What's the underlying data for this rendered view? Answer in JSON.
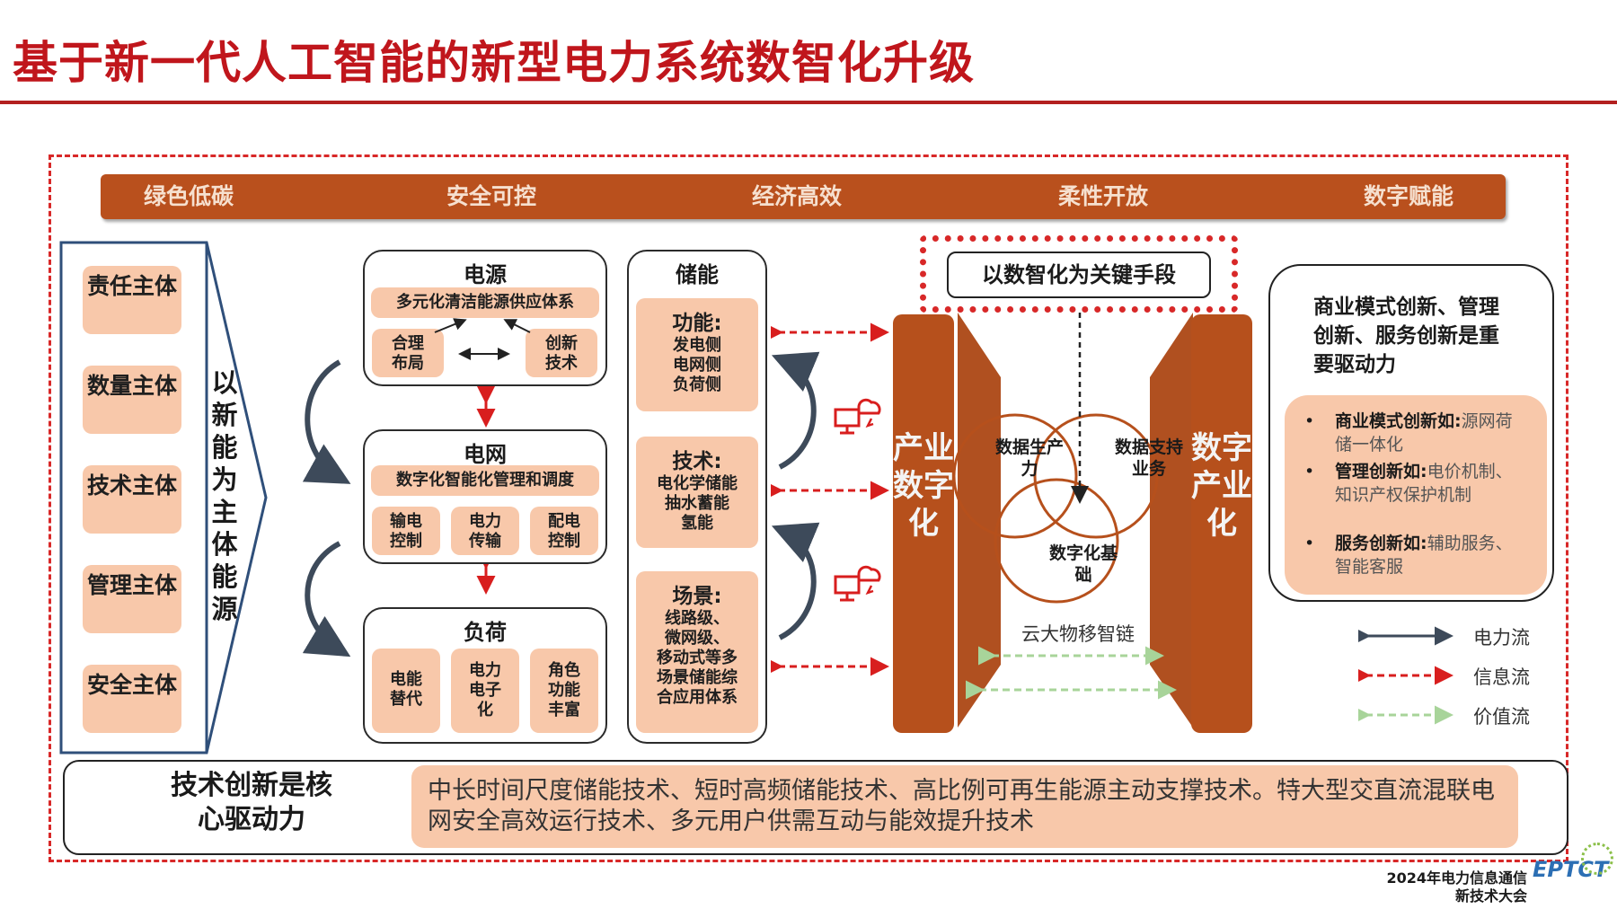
{
  "title": "基于新一代人工智能的新型电力系统数智化升级",
  "goals": [
    "绿色低碳",
    "安全可控",
    "经济高效",
    "柔性开放",
    "数字赋能"
  ],
  "subjects": [
    "责任主体",
    "数量主体",
    "技术主体",
    "管理主体",
    "安全主体"
  ],
  "main_energy": "以新能为主体能源",
  "power_source": {
    "title": "电源",
    "system": "多元化清洁能源供应体系",
    "left": "合理布局",
    "right": "创新技术"
  },
  "grid": {
    "title": "电网",
    "system": "数字化智能化管理和调度",
    "items": [
      "输电控制",
      "电力传输",
      "配电控制"
    ]
  },
  "load": {
    "title": "负荷",
    "items": [
      "电能替代",
      "电力电子化",
      "角色功能丰富"
    ]
  },
  "storage": {
    "title": "储能",
    "function": {
      "title": "功能:",
      "lines": [
        "发电侧",
        "电网侧",
        "负荷侧"
      ]
    },
    "tech": {
      "title": "技术:",
      "lines": [
        "电化学储能",
        "抽水蓄能",
        "氢能"
      ]
    },
    "scene": {
      "title": "场景:",
      "lines": [
        "线路级、",
        "微网级、",
        "移动式等多",
        "场景储能综",
        "合应用体系"
      ]
    }
  },
  "key_means": "以数智化为关键手段",
  "industry_digital": "产业数字化",
  "digital_industry": "数字产业化",
  "venn": {
    "left": "数据生产力",
    "right": "数据支持业务",
    "bottom": "数字化基础"
  },
  "cloud_chain": "云大物移智链",
  "drivers": {
    "heading": "商业模式创新、管理创新、服务创新是重要驱动力",
    "items": [
      {
        "label": "商业模式创新如:",
        "text": "源网荷储一体化"
      },
      {
        "label": "管理创新如:",
        "text": "电价机制、知识产权保护机制"
      },
      {
        "label": "服务创新如:",
        "text": "辅助服务、智能客服"
      }
    ]
  },
  "legend": [
    {
      "label": "电力流",
      "color": "#3d4a5a",
      "style": "solid"
    },
    {
      "label": "信息流",
      "color": "#d81e1e",
      "style": "dashed"
    },
    {
      "label": "价值流",
      "color": "#a8d49a",
      "style": "dashed"
    }
  ],
  "tech_driver": "技术创新是核心驱动力",
  "tech_list": "中长时间尺度储能技术、短时高频储能技术、高比例可再生能源主动支撑技术。特大型交直流混联电网安全高效运行技术、多元用户供需互动与能效提升技术",
  "footer": {
    "line1": "2024年电力信息通信",
    "line2": "新技术大会",
    "logo": "EPTCT"
  },
  "colors": {
    "title_red": "#c0161c",
    "bar_brown": "#b9501d",
    "pill": "#f8c8aa",
    "arrow_red": "#d81e1e",
    "arrow_green": "#a8d49a"
  }
}
